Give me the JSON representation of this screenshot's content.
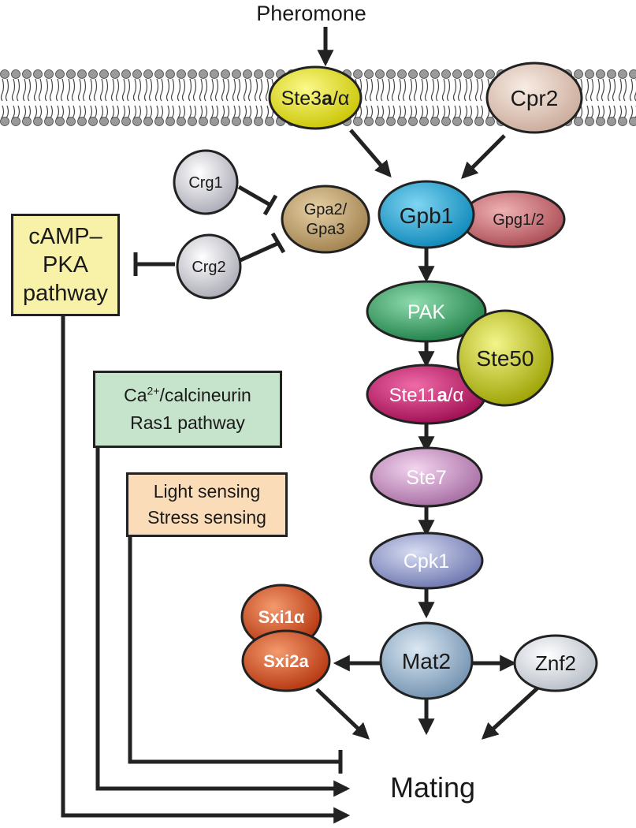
{
  "title": "Pheromone",
  "outcome": "Mating",
  "nodes": {
    "ste3": {
      "label_prefix": "Ste3",
      "label_bold": "a",
      "label_suffix": "/α",
      "color": "#e6e21e"
    },
    "cpr2": {
      "label": "Cpr2",
      "color": "#e8cfc0"
    },
    "crg1": {
      "label": "Crg1",
      "color": "#e4e4ee"
    },
    "crg2": {
      "label": "Crg2",
      "color": "#e4e4ee"
    },
    "gpa": {
      "label_line1": "Gpa2/",
      "label_line2": "Gpa3",
      "color": "#c9a673"
    },
    "gpb1": {
      "label": "Gpb1",
      "color": "#2bb4e3"
    },
    "gpg": {
      "label": "Gpg1/2",
      "color": "#d27d82"
    },
    "pak": {
      "label": "PAK",
      "color": "#3aaa6b"
    },
    "ste50": {
      "label": "Ste50",
      "color": "#d7dc2a"
    },
    "ste11": {
      "label_prefix": "Ste11",
      "label_bold": "a",
      "label_suffix": "/α",
      "color": "#d41f74"
    },
    "ste7": {
      "label": "Ste7",
      "color": "#d9a3d3"
    },
    "cpk1": {
      "label": "Cpk1",
      "color": "#9ea6d6"
    },
    "sxi1": {
      "label": "Sxi1α",
      "color": "#e0532a"
    },
    "sxi2": {
      "label": "Sxi2a",
      "color": "#e0532a"
    },
    "mat2": {
      "label": "Mat2",
      "color": "#9fbcd6"
    },
    "znf2": {
      "label": "Znf2",
      "color": "#e8ecf2"
    }
  },
  "boxes": {
    "camp": {
      "line1": "cAMP–",
      "line2": "PKA",
      "line3": "pathway",
      "color": "#f7f2a8"
    },
    "calcineurin": {
      "line1_prefix": "Ca",
      "line1_sup": "2+",
      "line1_suffix": "/calcineurin",
      "line2": "Ras1 pathway",
      "color": "#c6e4cc"
    },
    "light": {
      "line1": "Light sensing",
      "line2": "Stress sensing",
      "color": "#fbdcb8"
    }
  }
}
